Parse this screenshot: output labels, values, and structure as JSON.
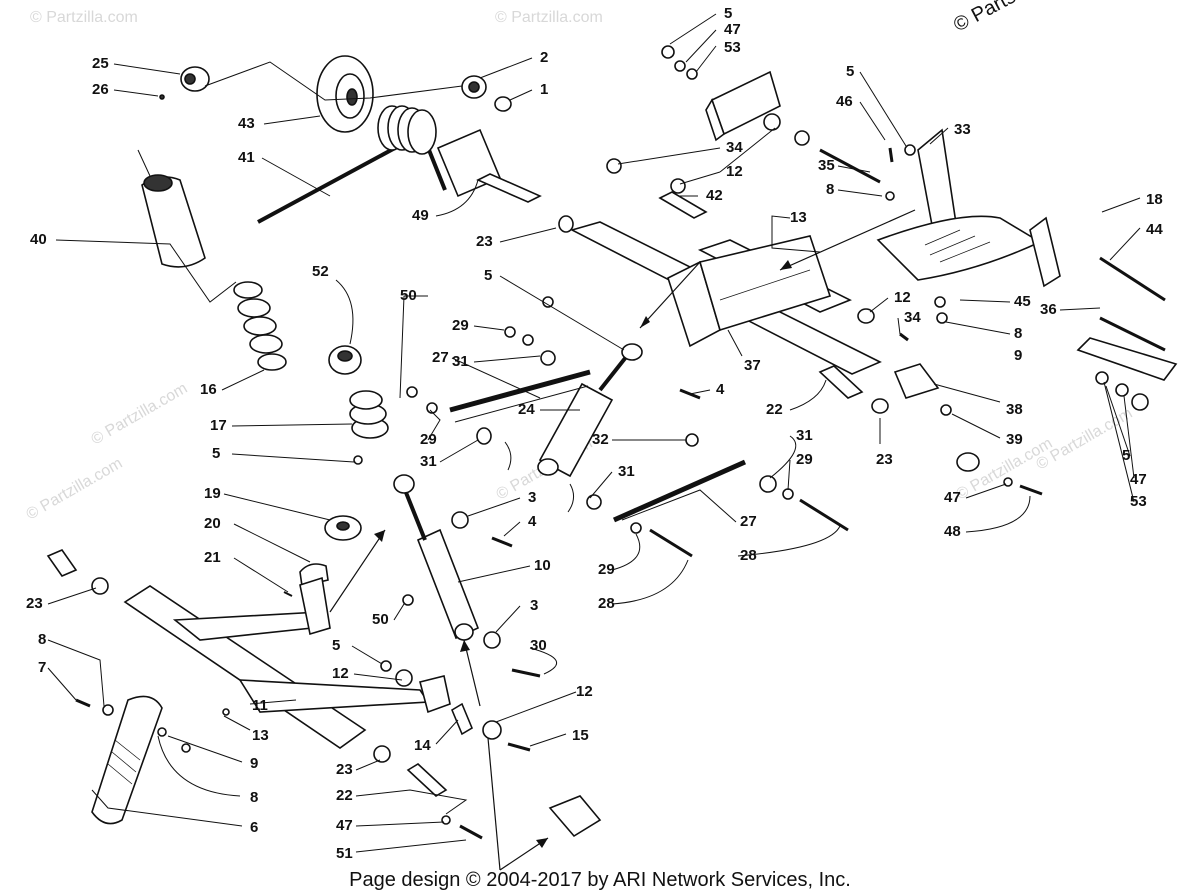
{
  "watermark": {
    "corner_text": "© Parts",
    "repeat_text": "© Partzilla.com"
  },
  "footer": {
    "credit": "Page design © 2004-2017 by ARI Network Services, Inc."
  },
  "callouts": [
    {
      "n": "25"
    },
    {
      "n": "26"
    },
    {
      "n": "43"
    },
    {
      "n": "2"
    },
    {
      "n": "1"
    },
    {
      "n": "41"
    },
    {
      "n": "49"
    },
    {
      "n": "40"
    },
    {
      "n": "23"
    },
    {
      "n": "5"
    },
    {
      "n": "47"
    },
    {
      "n": "53"
    },
    {
      "n": "34"
    },
    {
      "n": "12"
    },
    {
      "n": "42"
    },
    {
      "n": "13"
    },
    {
      "n": "46"
    },
    {
      "n": "35"
    },
    {
      "n": "8"
    },
    {
      "n": "5"
    },
    {
      "n": "33"
    },
    {
      "n": "18"
    },
    {
      "n": "44"
    },
    {
      "n": "52"
    },
    {
      "n": "16"
    },
    {
      "n": "5"
    },
    {
      "n": "50"
    },
    {
      "n": "29"
    },
    {
      "n": "31"
    },
    {
      "n": "27"
    },
    {
      "n": "17"
    },
    {
      "n": "24"
    },
    {
      "n": "4"
    },
    {
      "n": "22"
    },
    {
      "n": "37"
    },
    {
      "n": "12"
    },
    {
      "n": "34"
    },
    {
      "n": "45"
    },
    {
      "n": "8"
    },
    {
      "n": "9"
    },
    {
      "n": "36"
    },
    {
      "n": "38"
    },
    {
      "n": "39"
    },
    {
      "n": "23"
    },
    {
      "n": "5"
    },
    {
      "n": "47"
    },
    {
      "n": "53"
    },
    {
      "n": "29"
    },
    {
      "n": "31"
    },
    {
      "n": "5"
    },
    {
      "n": "32"
    },
    {
      "n": "31"
    },
    {
      "n": "31"
    },
    {
      "n": "29"
    },
    {
      "n": "19"
    },
    {
      "n": "3"
    },
    {
      "n": "4"
    },
    {
      "n": "27"
    },
    {
      "n": "28"
    },
    {
      "n": "47"
    },
    {
      "n": "48"
    },
    {
      "n": "20"
    },
    {
      "n": "29"
    },
    {
      "n": "28"
    },
    {
      "n": "21"
    },
    {
      "n": "10"
    },
    {
      "n": "23"
    },
    {
      "n": "3"
    },
    {
      "n": "50"
    },
    {
      "n": "30"
    },
    {
      "n": "8"
    },
    {
      "n": "5"
    },
    {
      "n": "7"
    },
    {
      "n": "12"
    },
    {
      "n": "12"
    },
    {
      "n": "11"
    },
    {
      "n": "13"
    },
    {
      "n": "15"
    },
    {
      "n": "14"
    },
    {
      "n": "9"
    },
    {
      "n": "8"
    },
    {
      "n": "23"
    },
    {
      "n": "22"
    },
    {
      "n": "6"
    },
    {
      "n": "47"
    },
    {
      "n": "51"
    }
  ]
}
